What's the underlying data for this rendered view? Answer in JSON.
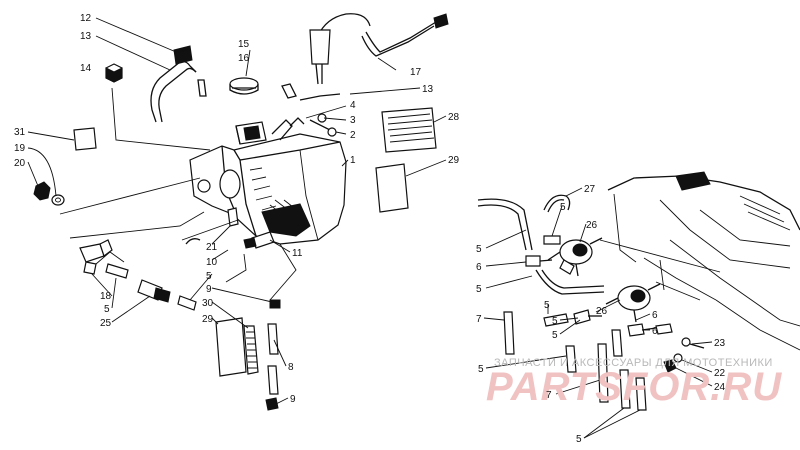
{
  "callouts": [
    {
      "id": "c12a",
      "text": "12"
    },
    {
      "id": "c13a",
      "text": "13"
    },
    {
      "id": "c14",
      "text": "14"
    },
    {
      "id": "c15",
      "text": "15"
    },
    {
      "id": "c16",
      "text": "16"
    },
    {
      "id": "c17",
      "text": "17"
    },
    {
      "id": "c13b",
      "text": "13"
    },
    {
      "id": "c4",
      "text": "4"
    },
    {
      "id": "c3",
      "text": "3"
    },
    {
      "id": "c2",
      "text": "2"
    },
    {
      "id": "c28",
      "text": "28"
    },
    {
      "id": "c1",
      "text": "1"
    },
    {
      "id": "c29a",
      "text": "29"
    },
    {
      "id": "c31",
      "text": "31"
    },
    {
      "id": "c19",
      "text": "19"
    },
    {
      "id": "c20",
      "text": "20"
    },
    {
      "id": "c21",
      "text": "21"
    },
    {
      "id": "c10",
      "text": "10"
    },
    {
      "id": "c11",
      "text": "11"
    },
    {
      "id": "c5a",
      "text": "5"
    },
    {
      "id": "c18",
      "text": "18"
    },
    {
      "id": "c5b",
      "text": "5"
    },
    {
      "id": "c25",
      "text": "25"
    },
    {
      "id": "c9a",
      "text": "9"
    },
    {
      "id": "c30",
      "text": "30"
    },
    {
      "id": "c29b",
      "text": "29"
    },
    {
      "id": "c8",
      "text": "8"
    },
    {
      "id": "c9b",
      "text": "9"
    },
    {
      "id": "c27",
      "text": "27"
    },
    {
      "id": "c5c",
      "text": "5"
    },
    {
      "id": "c26a",
      "text": "26"
    },
    {
      "id": "c5d",
      "text": "5"
    },
    {
      "id": "c6a",
      "text": "6"
    },
    {
      "id": "c5e",
      "text": "5"
    },
    {
      "id": "c5f",
      "text": "5"
    },
    {
      "id": "c7a",
      "text": "7"
    },
    {
      "id": "c26b",
      "text": "26"
    },
    {
      "id": "c5g",
      "text": "5"
    },
    {
      "id": "c6b",
      "text": "6"
    },
    {
      "id": "c5h",
      "text": "5"
    },
    {
      "id": "c6c",
      "text": "6"
    },
    {
      "id": "c5i",
      "text": "5"
    },
    {
      "id": "c23",
      "text": "23"
    },
    {
      "id": "c7b",
      "text": "7"
    },
    {
      "id": "c22",
      "text": "22"
    },
    {
      "id": "c24",
      "text": "24"
    },
    {
      "id": "c5j",
      "text": "5"
    }
  ],
  "watermark": {
    "caption": "ЗАПЧАСТИ И АКСЕССУАРЫ ДЛЯ МОТОТЕХНИКИ",
    "logo": "PARTSFOR.RU",
    "color": "#f0c2c2"
  }
}
